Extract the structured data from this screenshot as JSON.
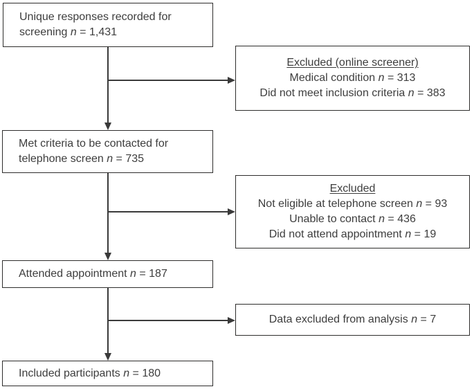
{
  "figure": {
    "type": "participant-flow-diagram",
    "background": "#ffffff",
    "border_color": "#2e2d2c",
    "line_color": "#3a3a3a",
    "text_color": "#3d3d3d"
  },
  "boxes": {
    "screening": {
      "lines": [
        "Unique responses recorded for",
        "screening n = 1,431"
      ]
    },
    "excluded_online": {
      "heading": "Excluded (online screener)",
      "lines": [
        "Medical condition n = 313",
        "Did not meet inclusion criteria n = 383"
      ]
    },
    "telephone": {
      "lines": [
        "Met criteria to be contacted for",
        "telephone screen n = 735"
      ]
    },
    "excluded_telephone": {
      "heading": "Excluded",
      "lines": [
        "Not eligible at telephone screen n = 93",
        "Unable to contact n = 436",
        "Did not attend appointment n = 19"
      ]
    },
    "attended": {
      "lines": [
        "Attended appointment n = 187"
      ]
    },
    "excluded_analysis": {
      "lines": [
        "Data excluded from analysis n = 7"
      ]
    },
    "included": {
      "lines": [
        "Included participants n = 180"
      ]
    }
  }
}
